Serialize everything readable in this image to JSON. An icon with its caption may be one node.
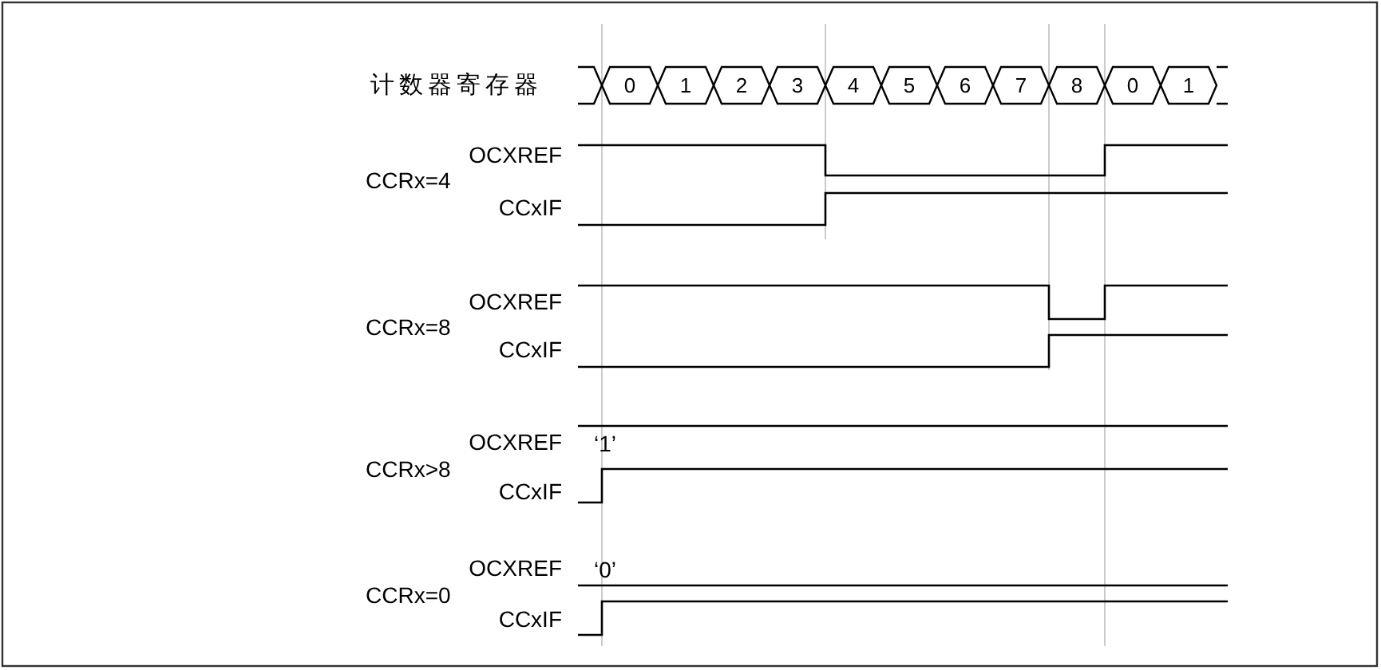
{
  "diagram": {
    "nodes": [
      {
        "text": [
          "0"
        ]
      },
      {
        "text": [
          "1"
        ]
      },
      {
        "text": [
          "2"
        ]
      },
      {
        "text": [
          "3"
        ]
      },
      {
        "text": [
          "4"
        ]
      },
      {
        "text": [
          "5"
        ]
      },
      {
        "text": [
          "6"
        ]
      },
      {
        "text": [
          "7"
        ]
      },
      {
        "text": [
          "8"
        ]
      },
      {
        "text": [
          "0"
        ]
      },
      {
        "text": [
          "1"
        ]
      }
    ],
    "labels": [
      "计数器寄存器",
      "OCXREF",
      "CCRx=4",
      "CCxIF",
      "OCXREF",
      "CCRx=8",
      "CCxIF",
      "OCXREF",
      "‘1’",
      "CCRx>8",
      "CCxIF",
      "OCXREF",
      "‘0’",
      "CCRx=0",
      "CCxIF"
    ]
  }
}
